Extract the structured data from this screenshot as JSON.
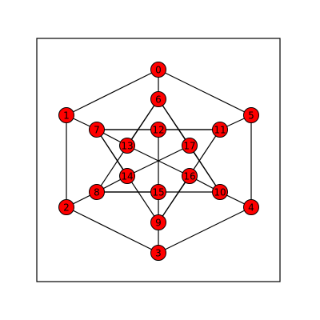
{
  "colors": {
    "node_fill": "#ff0000",
    "node_stroke": "#000000",
    "edge": "#000000",
    "frame": "#000000"
  },
  "nodes": [
    {
      "label": "0"
    },
    {
      "label": "1"
    },
    {
      "label": "2"
    },
    {
      "label": "3"
    },
    {
      "label": "4"
    },
    {
      "label": "5"
    },
    {
      "label": "6"
    },
    {
      "label": "7"
    },
    {
      "label": "8"
    },
    {
      "label": "9"
    },
    {
      "label": "10"
    },
    {
      "label": "11"
    },
    {
      "label": "12"
    },
    {
      "label": "13"
    },
    {
      "label": "14"
    },
    {
      "label": "15"
    },
    {
      "label": "16"
    },
    {
      "label": "17"
    }
  ],
  "edges": [
    [
      "0",
      "1"
    ],
    [
      "1",
      "2"
    ],
    [
      "2",
      "3"
    ],
    [
      "3",
      "4"
    ],
    [
      "4",
      "5"
    ],
    [
      "5",
      "0"
    ],
    [
      "0",
      "6"
    ],
    [
      "1",
      "7"
    ],
    [
      "2",
      "8"
    ],
    [
      "3",
      "9"
    ],
    [
      "4",
      "10"
    ],
    [
      "5",
      "11"
    ],
    [
      "7",
      "11"
    ],
    [
      "11",
      "9"
    ],
    [
      "9",
      "7"
    ],
    [
      "6",
      "10"
    ],
    [
      "10",
      "8"
    ],
    [
      "8",
      "6"
    ],
    [
      "6",
      "13"
    ],
    [
      "6",
      "17"
    ],
    [
      "7",
      "13"
    ],
    [
      "7",
      "14"
    ],
    [
      "8",
      "14"
    ],
    [
      "8",
      "15"
    ],
    [
      "9",
      "15"
    ],
    [
      "9",
      "16"
    ],
    [
      "10",
      "16"
    ],
    [
      "10",
      "17"
    ],
    [
      "11",
      "12"
    ],
    [
      "7",
      "12"
    ],
    [
      "12",
      "15"
    ],
    [
      "13",
      "16"
    ],
    [
      "14",
      "17"
    ]
  ]
}
